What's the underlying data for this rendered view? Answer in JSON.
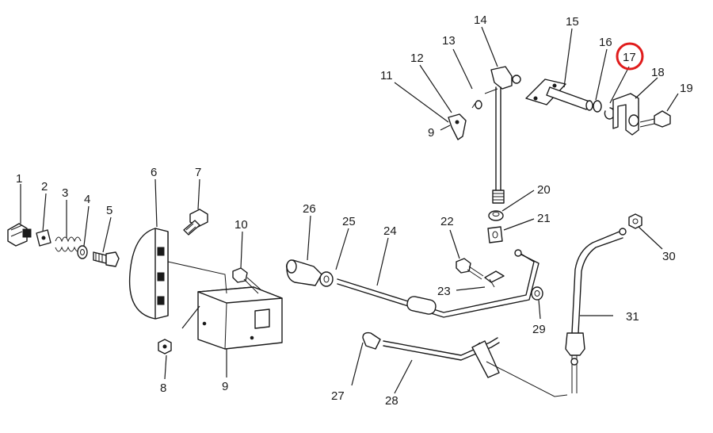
{
  "callouts": [
    "1",
    "2",
    "3",
    "4",
    "5",
    "6",
    "7",
    "8",
    "9",
    "10",
    "11",
    "12",
    "13",
    "14",
    "15",
    "16",
    "17",
    "18",
    "19",
    "20",
    "21",
    "22",
    "23",
    "24",
    "25",
    "26",
    "27",
    "28",
    "29",
    "30",
    "31"
  ],
  "callout_9_second": "9",
  "highlight": {
    "label": "17",
    "color": "#e01c1c"
  }
}
